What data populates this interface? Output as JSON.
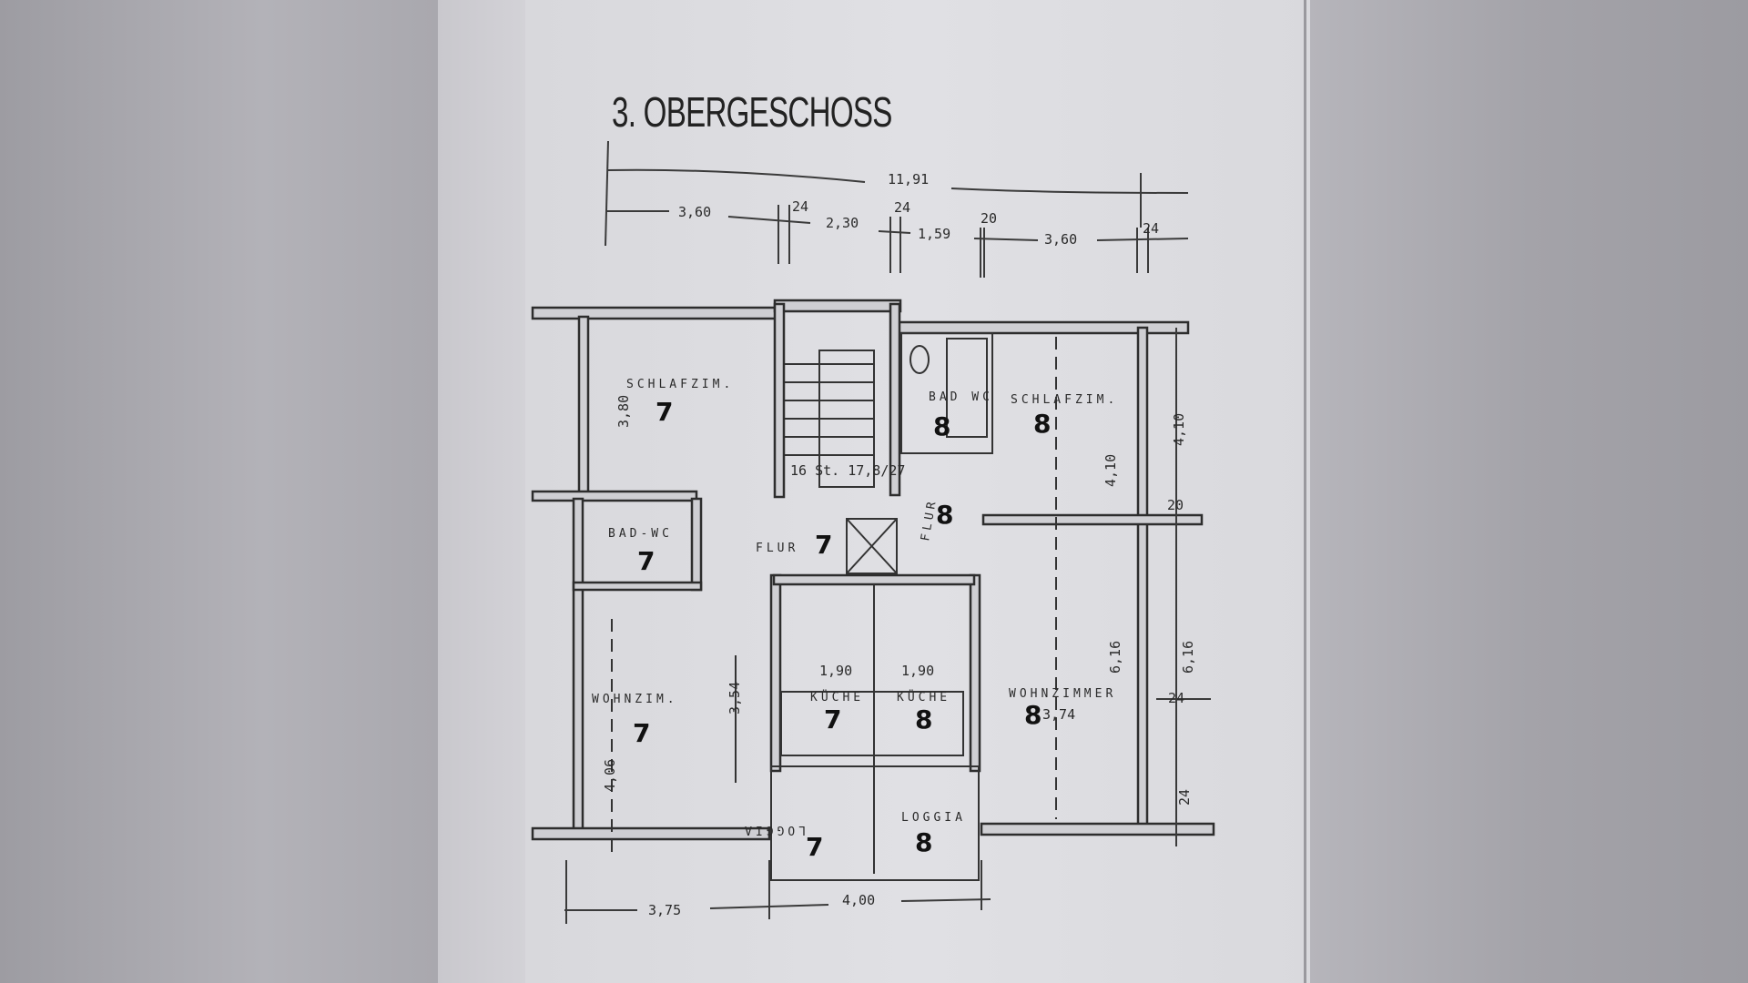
{
  "title": "3. OBERGESCHOSS",
  "dimensions": {
    "total_width": "11,91",
    "top_segments": [
      "3,60",
      "24",
      "2,30",
      "24",
      "1,59",
      "20",
      "3,60",
      "24"
    ],
    "right_side": [
      "4,10",
      "20",
      "6,16",
      "24",
      "24"
    ],
    "bottom": [
      "3,75",
      "4,00"
    ]
  },
  "rooms": [
    {
      "label": "SCHLAFZIM.",
      "unit": "7",
      "dim": "3,80"
    },
    {
      "label": "16 St. 17,8/27",
      "unit": ""
    },
    {
      "label": "BAD WC",
      "unit": "8"
    },
    {
      "label": "SCHLAFZIM.",
      "unit": "8",
      "dim": "4,10"
    },
    {
      "label": "BAD-WC",
      "unit": "7"
    },
    {
      "label": "FLUR",
      "unit": "7"
    },
    {
      "label": "FLUR",
      "unit": "8"
    },
    {
      "label": "WOHNZIM.",
      "unit": "7",
      "dim": "4,06",
      "dim2": "3,54"
    },
    {
      "label": "KÜCHE",
      "unit": "7",
      "dim": "1,90"
    },
    {
      "label": "KÜCHE",
      "unit": "8",
      "dim": "1,90"
    },
    {
      "label": "WOHNZIMMER",
      "unit": "8",
      "dim": "3,74",
      "dim2": "6,16"
    },
    {
      "label": "LOGGIA",
      "unit": "7"
    },
    {
      "label": "LOGGIA",
      "unit": "8"
    }
  ]
}
